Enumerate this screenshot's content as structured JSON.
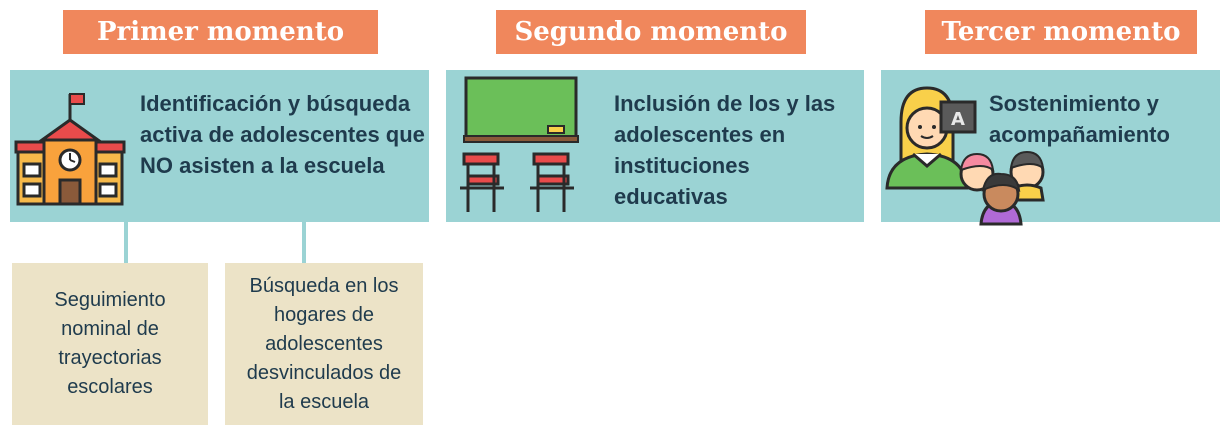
{
  "moments": [
    {
      "title": "Primer momento",
      "text": "Identificación y búsqueda activa de adolescentes que NO asisten a la escuela",
      "icon": "school-building-icon"
    },
    {
      "title": "Segundo momento",
      "text": "Inclusión de los y las adolescentes en instituciones educativas",
      "icon": "classroom-icon"
    },
    {
      "title": "Tercer momento",
      "text": "Sostenimiento y acompañamiento",
      "icon": "teacher-students-icon"
    }
  ],
  "sub_items": [
    {
      "text": "Seguimiento nominal de trayectorias escolares"
    },
    {
      "text": "Búsqueda en los hogares de adolescentes desvinculados de la escuela"
    }
  ],
  "colors": {
    "header_bg": "#f0875c",
    "panel_bg": "#9bd3d4",
    "sub_bg": "#ece3c7",
    "text": "#1f3b4d"
  }
}
